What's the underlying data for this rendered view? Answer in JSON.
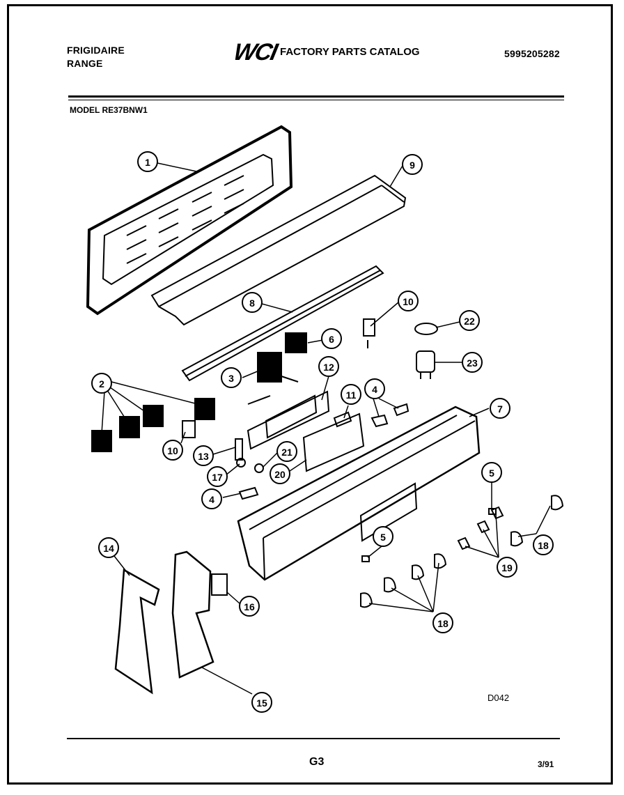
{
  "header": {
    "brand": "FRIGIDAIRE",
    "product": "RANGE",
    "logo": "WCI",
    "catalog_title": "FACTORY PARTS CATALOG",
    "part_number": "5995205282",
    "model": "MODEL RE37BNW1"
  },
  "callouts": {
    "c1": "1",
    "c2": "2",
    "c3": "3",
    "c4a": "4",
    "c4b": "4",
    "c5a": "5",
    "c5b": "5",
    "c6": "6",
    "c7": "7",
    "c8": "8",
    "c9": "9",
    "c10a": "10",
    "c10b": "10",
    "c11": "11",
    "c12": "12",
    "c13": "13",
    "c14": "14",
    "c15": "15",
    "c16": "16",
    "c17": "17",
    "c18a": "18",
    "c18b": "18",
    "c19": "19",
    "c20": "20",
    "c21": "21",
    "c22": "22",
    "c23": "23"
  },
  "diagram_code": "D042",
  "footer": {
    "page": "G3",
    "date": "3/91"
  }
}
